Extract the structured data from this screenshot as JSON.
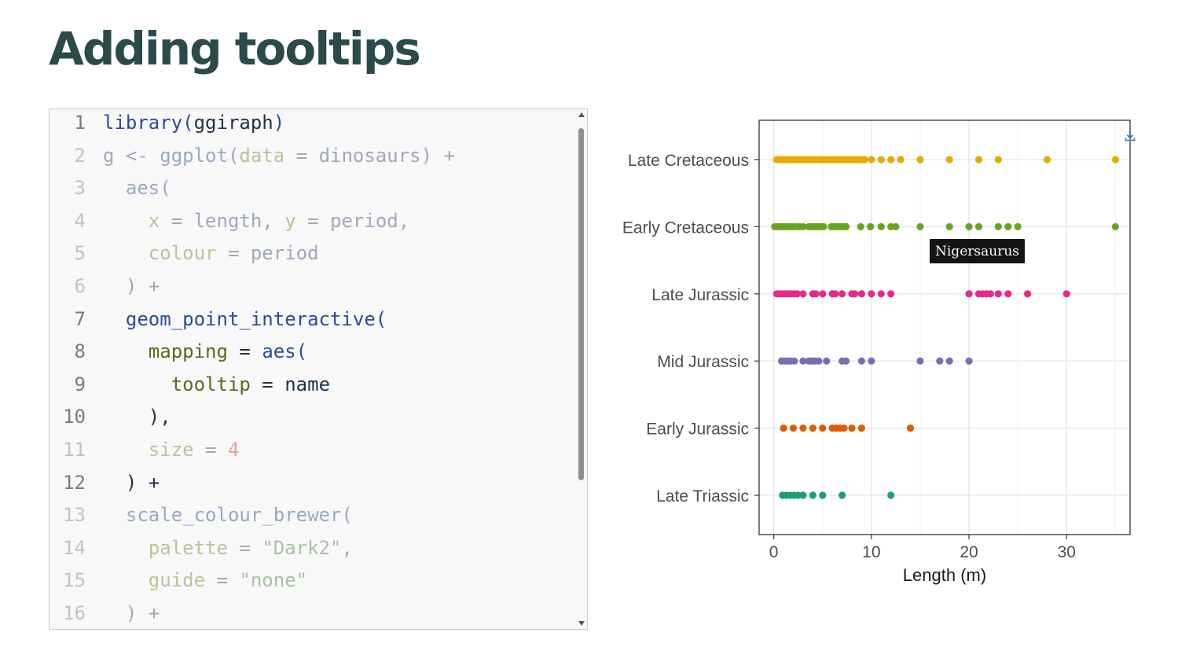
{
  "slide": {
    "title": "Adding tooltips"
  },
  "editor": {
    "lines": [
      {
        "num": "1",
        "dim": false,
        "tokens": [
          {
            "t": "library(",
            "c": "#2c4a9a"
          },
          {
            "t": "ggiraph",
            "c": "#1e3348"
          },
          {
            "t": ")",
            "c": "#2c4a9a"
          }
        ]
      },
      {
        "num": "2",
        "dim": true,
        "tokens": [
          {
            "t": "g <- ",
            "c": "#9ea8bc"
          },
          {
            "t": "ggplot(",
            "c": "#9aa7c6"
          },
          {
            "t": "data",
            "c": "#b8c39a"
          },
          {
            "t": " = ",
            "c": "#a6a6b0"
          },
          {
            "t": "dinosaurs",
            "c": "#9ea8bc"
          },
          {
            "t": ") +",
            "c": "#9ea8bc"
          }
        ]
      },
      {
        "num": "3",
        "dim": true,
        "tokens": [
          {
            "t": "  aes(",
            "c": "#9aa7c6"
          }
        ]
      },
      {
        "num": "4",
        "dim": true,
        "tokens": [
          {
            "t": "    ",
            "c": "#9ea8bc"
          },
          {
            "t": "x",
            "c": "#b8c39a"
          },
          {
            "t": " = ",
            "c": "#a6a6b0"
          },
          {
            "t": "length",
            "c": "#9ea8bc"
          },
          {
            "t": ", ",
            "c": "#9ea8bc"
          },
          {
            "t": "y",
            "c": "#b8c39a"
          },
          {
            "t": " = ",
            "c": "#a6a6b0"
          },
          {
            "t": "period",
            "c": "#9ea8bc"
          },
          {
            "t": ",",
            "c": "#9ea8bc"
          }
        ]
      },
      {
        "num": "5",
        "dim": true,
        "tokens": [
          {
            "t": "    ",
            "c": "#9ea8bc"
          },
          {
            "t": "colour",
            "c": "#b8c39a"
          },
          {
            "t": " = ",
            "c": "#a6a6b0"
          },
          {
            "t": "period",
            "c": "#9ea8bc"
          }
        ]
      },
      {
        "num": "6",
        "dim": true,
        "tokens": [
          {
            "t": "  ) +",
            "c": "#a6a6b0"
          }
        ]
      },
      {
        "num": "7",
        "dim": false,
        "tokens": [
          {
            "t": "  geom_point_interactive(",
            "c": "#2c4a9a"
          }
        ]
      },
      {
        "num": "8",
        "dim": false,
        "tokens": [
          {
            "t": "    ",
            "c": "#1e3348"
          },
          {
            "t": "mapping",
            "c": "#556b1f"
          },
          {
            "t": " = ",
            "c": "#1e3348"
          },
          {
            "t": "aes(",
            "c": "#2c4a9a"
          }
        ]
      },
      {
        "num": "9",
        "dim": false,
        "tokens": [
          {
            "t": "      ",
            "c": "#1e3348"
          },
          {
            "t": "tooltip",
            "c": "#556b1f"
          },
          {
            "t": " = ",
            "c": "#1e3348"
          },
          {
            "t": "name",
            "c": "#1e3348"
          }
        ]
      },
      {
        "num": "10",
        "dim": false,
        "tokens": [
          {
            "t": "    ),",
            "c": "#1e3348"
          }
        ]
      },
      {
        "num": "11",
        "dim": true,
        "tokens": [
          {
            "t": "    ",
            "c": "#9ea8bc"
          },
          {
            "t": "size",
            "c": "#b8c39a"
          },
          {
            "t": " = ",
            "c": "#a6a6b0"
          },
          {
            "t": "4",
            "c": "#e0a39a"
          }
        ]
      },
      {
        "num": "12",
        "dim": false,
        "tokens": [
          {
            "t": "  ) +",
            "c": "#1e3348"
          }
        ]
      },
      {
        "num": "13",
        "dim": true,
        "tokens": [
          {
            "t": "  scale_colour_brewer(",
            "c": "#9aa7c6"
          }
        ]
      },
      {
        "num": "14",
        "dim": true,
        "tokens": [
          {
            "t": "    ",
            "c": "#9ea8bc"
          },
          {
            "t": "palette",
            "c": "#b8c39a"
          },
          {
            "t": " = ",
            "c": "#a6a6b0"
          },
          {
            "t": "\"Dark2\"",
            "c": "#a9bfa6"
          },
          {
            "t": ",",
            "c": "#9ea8bc"
          }
        ]
      },
      {
        "num": "15",
        "dim": true,
        "tokens": [
          {
            "t": "    ",
            "c": "#9ea8bc"
          },
          {
            "t": "guide",
            "c": "#b8c39a"
          },
          {
            "t": " = ",
            "c": "#a6a6b0"
          },
          {
            "t": "\"none\"",
            "c": "#a9bfa6"
          }
        ]
      },
      {
        "num": "16",
        "dim": true,
        "tokens": [
          {
            "t": "  ) +",
            "c": "#a6a6b0"
          }
        ]
      }
    ]
  },
  "chart_data": {
    "type": "scatter",
    "xlabel": "Length (m)",
    "ylabel": "",
    "xlim": [
      -1.5,
      36.5
    ],
    "x_ticks": [
      0,
      10,
      20,
      30
    ],
    "grid": true,
    "legend": "none",
    "categories": [
      "Late Cretaceous",
      "Early Cretaceous",
      "Late Jurassic",
      "Mid Jurassic",
      "Early Jurassic",
      "Late Triassic"
    ],
    "series": [
      {
        "category": "Late Cretaceous",
        "color": "#E6AB02",
        "values": [
          0.3,
          0.6,
          0.9,
          1.2,
          1.5,
          1.8,
          2.1,
          2.4,
          2.7,
          3.0,
          3.3,
          3.6,
          3.9,
          4.2,
          4.5,
          4.8,
          5.1,
          5.4,
          5.7,
          6.0,
          6.3,
          6.6,
          6.9,
          7.2,
          7.5,
          7.8,
          8.1,
          8.4,
          8.7,
          9.0,
          9.3,
          10.0,
          11.0,
          12.0,
          13.0,
          15.0,
          18.0,
          21.0,
          23.0,
          28.0,
          35.0
        ]
      },
      {
        "category": "Early Cretaceous",
        "color": "#66A61E",
        "values": [
          0.1,
          0.4,
          0.7,
          1.0,
          1.3,
          1.6,
          1.9,
          2.2,
          2.6,
          3.0,
          3.6,
          3.9,
          4.2,
          4.5,
          4.8,
          5.1,
          5.9,
          6.2,
          6.5,
          6.8,
          7.1,
          7.4,
          8.9,
          9.9,
          11.0,
          12.0,
          12.5,
          15.0,
          18.0,
          20.0,
          21.0,
          23.0,
          24.0,
          25.0,
          35.0
        ]
      },
      {
        "category": "Late Jurassic",
        "color": "#E7298A",
        "values": [
          0.3,
          0.6,
          0.9,
          1.2,
          1.5,
          1.8,
          2.1,
          2.4,
          3.0,
          4.0,
          4.3,
          5.0,
          6.0,
          6.3,
          7.0,
          8.0,
          8.3,
          9.0,
          10.0,
          11.0,
          12.0,
          20.0,
          21.0,
          21.4,
          21.8,
          22.2,
          23.0,
          24.0,
          26.0,
          30.0
        ]
      },
      {
        "category": "Mid Jurassic",
        "color": "#7570B3",
        "values": [
          0.8,
          1.1,
          1.4,
          1.7,
          2.1,
          3.0,
          3.6,
          3.9,
          4.2,
          4.6,
          5.4,
          7.0,
          7.4,
          9.0,
          10.0,
          15.0,
          17.0,
          18.0,
          20.0
        ]
      },
      {
        "category": "Early Jurassic",
        "color": "#D95F02",
        "values": [
          1.0,
          2.0,
          3.0,
          4.0,
          5.0,
          6.0,
          6.4,
          6.8,
          7.2,
          8.0,
          9.0,
          14.0
        ]
      },
      {
        "category": "Late Triassic",
        "color": "#1B9E77",
        "values": [
          0.9,
          1.3,
          1.7,
          2.1,
          2.5,
          3.0,
          4.0,
          5.0,
          7.0,
          12.0
        ]
      }
    ],
    "tooltip": {
      "text": "Nigersaurus"
    }
  }
}
